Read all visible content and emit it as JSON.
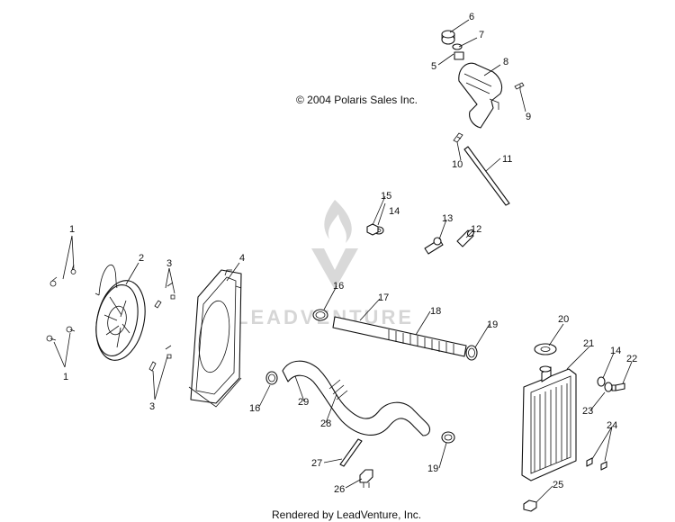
{
  "copyright": "© 2004 Polaris Sales Inc.",
  "footer": "Rendered by LeadVenture, Inc.",
  "watermark": "LEADVENTURE",
  "callouts": [
    {
      "id": "c1a",
      "text": "1"
    },
    {
      "id": "c1b",
      "text": "1"
    },
    {
      "id": "c2",
      "text": "2"
    },
    {
      "id": "c3a",
      "text": "3"
    },
    {
      "id": "c3b",
      "text": "3"
    },
    {
      "id": "c4",
      "text": "4"
    },
    {
      "id": "c5",
      "text": "5"
    },
    {
      "id": "c6",
      "text": "6"
    },
    {
      "id": "c7",
      "text": "7"
    },
    {
      "id": "c8",
      "text": "8"
    },
    {
      "id": "c9",
      "text": "9"
    },
    {
      "id": "c10",
      "text": "10"
    },
    {
      "id": "c11",
      "text": "11"
    },
    {
      "id": "c12",
      "text": "12"
    },
    {
      "id": "c13",
      "text": "13"
    },
    {
      "id": "c14a",
      "text": "14"
    },
    {
      "id": "c14b",
      "text": "14"
    },
    {
      "id": "c15",
      "text": "15"
    },
    {
      "id": "c16a",
      "text": "16"
    },
    {
      "id": "c16b",
      "text": "16"
    },
    {
      "id": "c17",
      "text": "17"
    },
    {
      "id": "c18",
      "text": "18"
    },
    {
      "id": "c19a",
      "text": "19"
    },
    {
      "id": "c19b",
      "text": "19"
    },
    {
      "id": "c20",
      "text": "20"
    },
    {
      "id": "c21",
      "text": "21"
    },
    {
      "id": "c22",
      "text": "22"
    },
    {
      "id": "c23",
      "text": "23"
    },
    {
      "id": "c24",
      "text": "24"
    },
    {
      "id": "c25",
      "text": "25"
    },
    {
      "id": "c26",
      "text": "26"
    },
    {
      "id": "c27",
      "text": "27"
    },
    {
      "id": "c28",
      "text": "28"
    },
    {
      "id": "c29",
      "text": "29"
    }
  ]
}
